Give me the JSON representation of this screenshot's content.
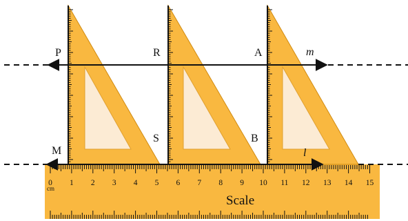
{
  "points": {
    "P": "P",
    "R": "R",
    "A": "A",
    "M": "M",
    "S": "S",
    "B": "B"
  },
  "lines": {
    "m": "m",
    "l": "l"
  },
  "ruler": {
    "label": "Scale",
    "unit": "cm",
    "numbers": [
      "0",
      "1",
      "2",
      "3",
      "4",
      "5",
      "6",
      "7",
      "8",
      "9",
      "10",
      "11",
      "12",
      "13",
      "14",
      "15"
    ]
  },
  "colors": {
    "set_square_fill": "#f9b840",
    "set_square_inner": "#fcebd4",
    "ruler_fill": "#f9b840",
    "ink": "#111111"
  }
}
